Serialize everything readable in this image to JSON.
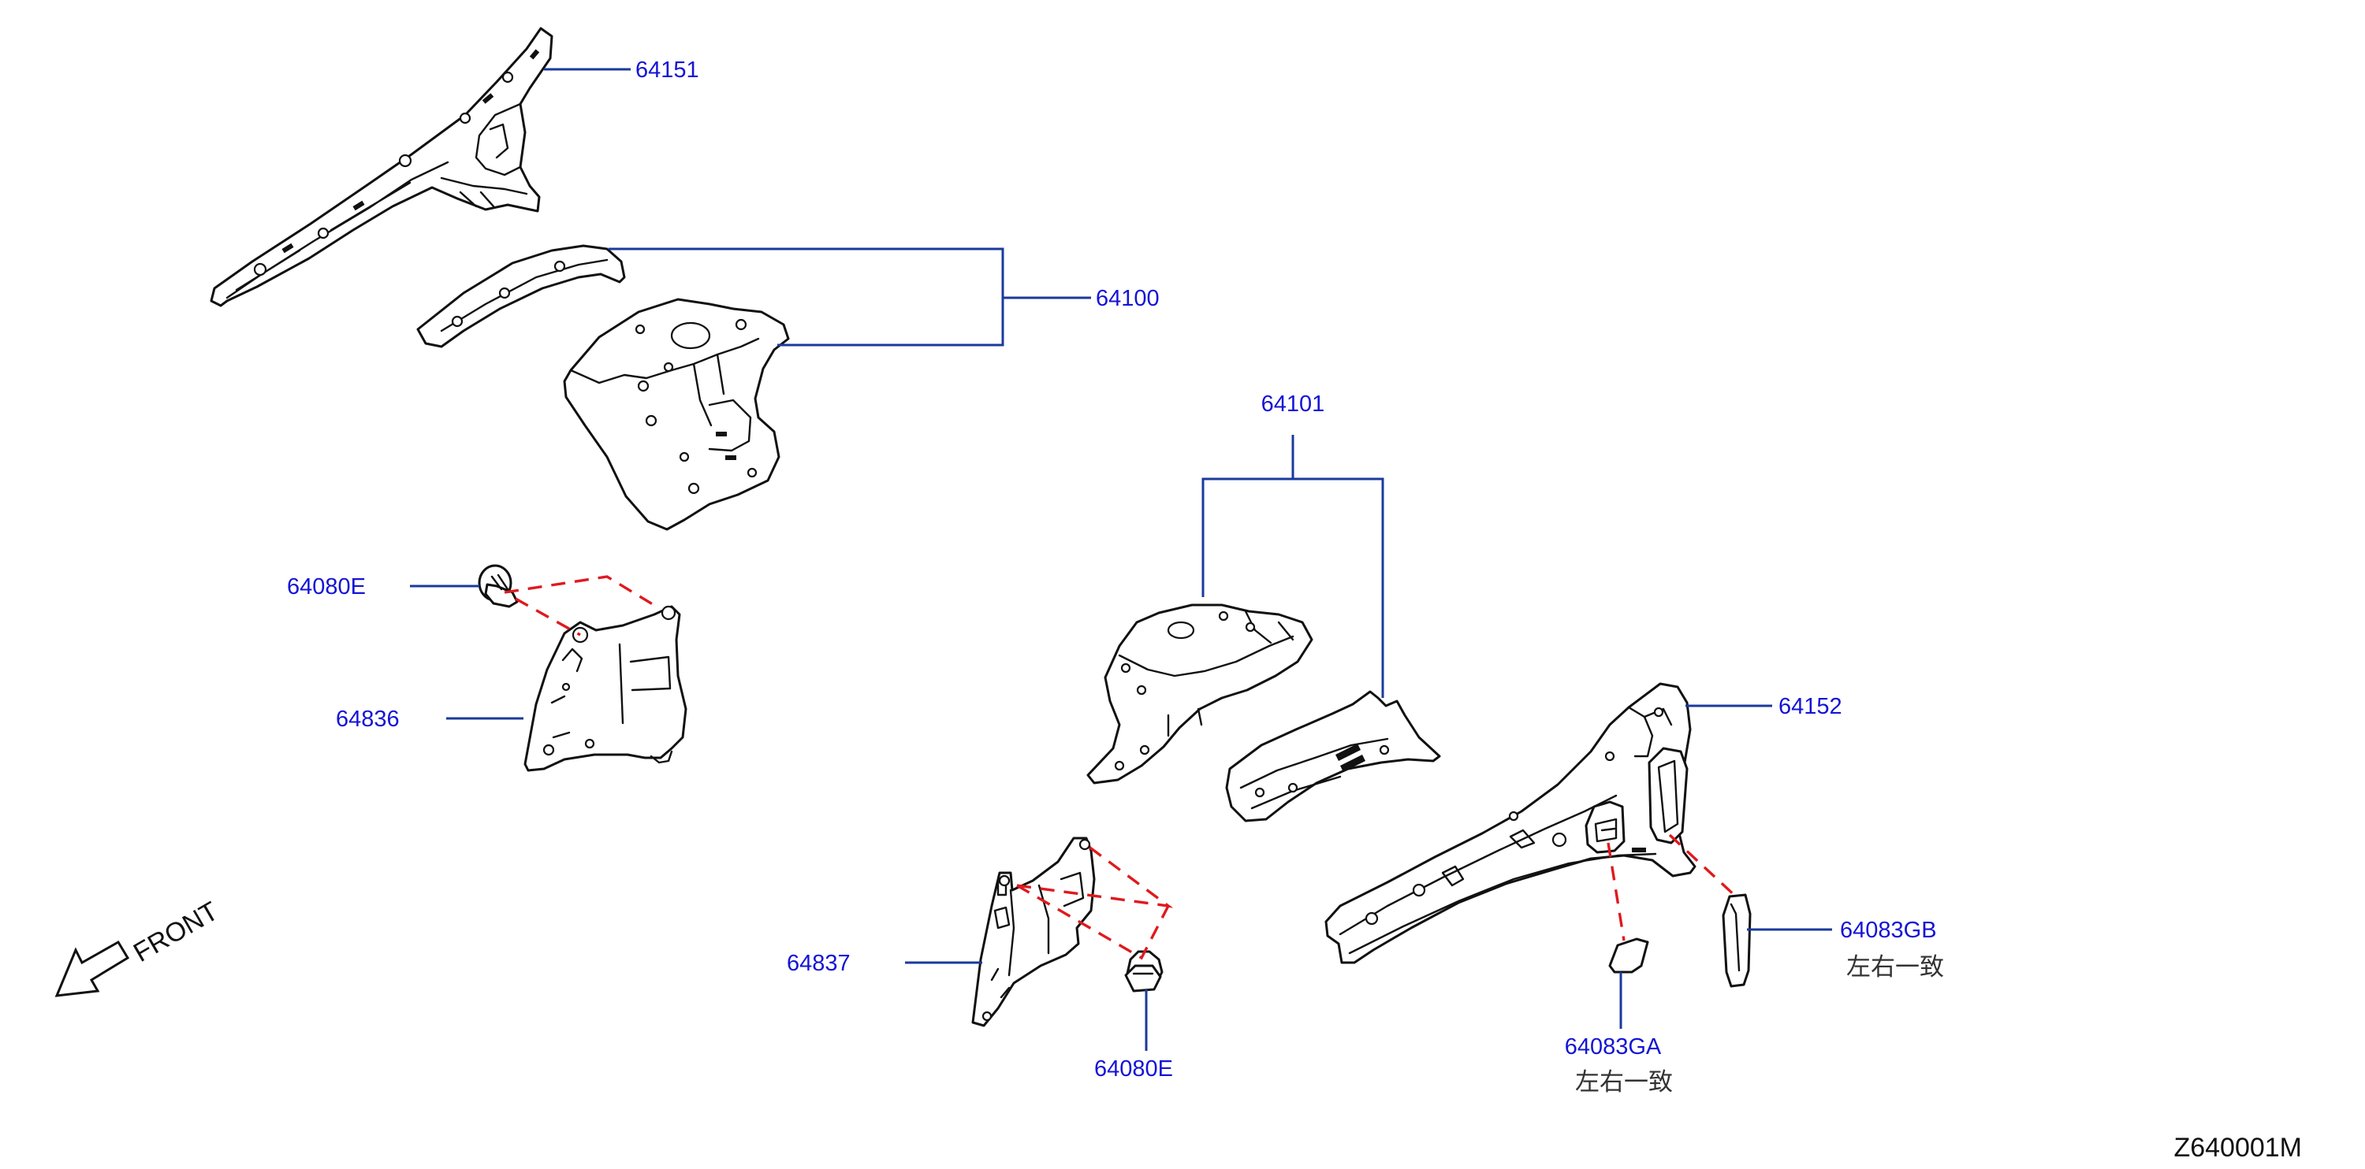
{
  "diagram_code": "Z640001M",
  "orientation": {
    "label": "FRONT"
  },
  "callouts": [
    {
      "id": "c-64151",
      "part_number": "64151",
      "note": ""
    },
    {
      "id": "c-64100",
      "part_number": "64100",
      "note": ""
    },
    {
      "id": "c-64101",
      "part_number": "64101",
      "note": ""
    },
    {
      "id": "c-64080e-top",
      "part_number": "64080E",
      "note": ""
    },
    {
      "id": "c-64836",
      "part_number": "64836",
      "note": ""
    },
    {
      "id": "c-64152",
      "part_number": "64152",
      "note": ""
    },
    {
      "id": "c-64837",
      "part_number": "64837",
      "note": ""
    },
    {
      "id": "c-64080e-bottom",
      "part_number": "64080E",
      "note": ""
    },
    {
      "id": "c-64083gb",
      "part_number": "64083GB",
      "note": "左右一致"
    },
    {
      "id": "c-64083ga",
      "part_number": "64083GA",
      "note": "左右一致"
    }
  ]
}
